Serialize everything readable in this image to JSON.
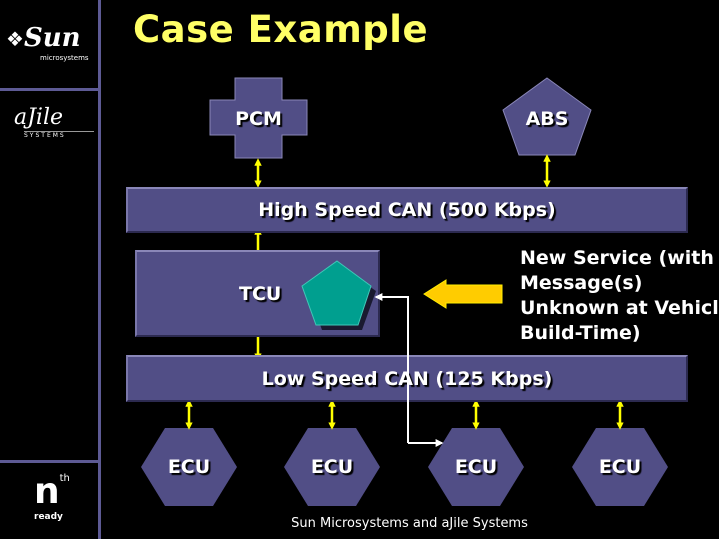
{
  "slide": {
    "title": "Case Example",
    "footer": "Sun Microsystems and aJile Systems"
  },
  "sidebar": {
    "logos": [
      {
        "name": "sun-microsystems-logo",
        "text": "Sun microsystems"
      },
      {
        "name": "ajile-systems-logo",
        "text": "aJile SYSTEMS"
      },
      {
        "name": "nth-ready-logo",
        "text": "nth ready"
      }
    ]
  },
  "diagram": {
    "nodes": {
      "pcm": "PCM",
      "abs": "ABS",
      "tcu": "TCU",
      "ecus": [
        "ECU",
        "ECU",
        "ECU",
        "ECU"
      ]
    },
    "buses": {
      "high_speed": "High Speed CAN (500 Kbps)",
      "low_speed": "Low Speed CAN (125 Kbps)"
    },
    "note_lines": [
      "New Service (with",
      "Message(s)",
      "Unknown at Vehicle",
      "Build-Time)"
    ]
  },
  "colors": {
    "title": "#ffff66",
    "box": "#514e86",
    "connector": "#ffff00",
    "service": "#009f8f",
    "divider": "#5d5a94"
  }
}
